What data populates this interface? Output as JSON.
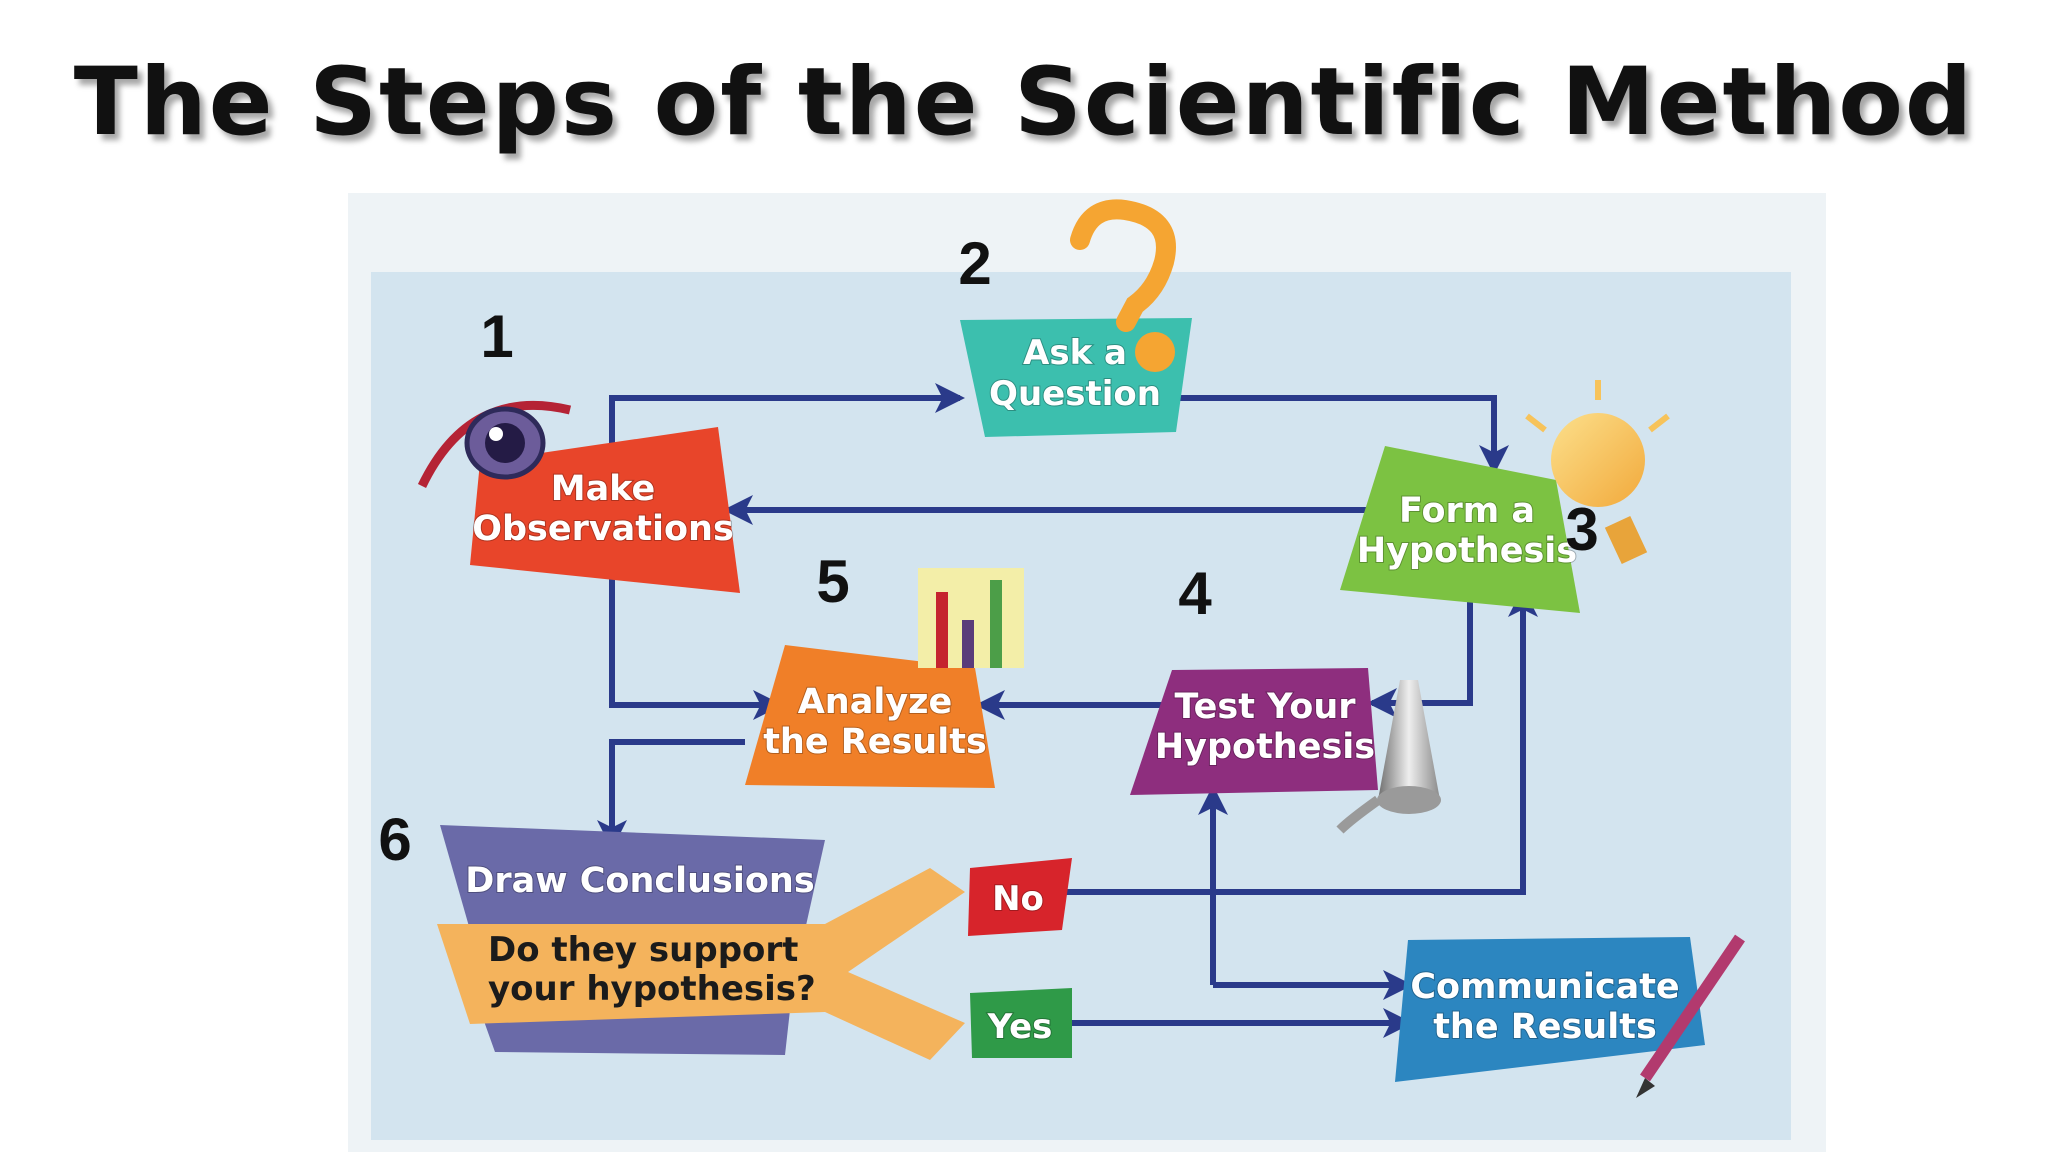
{
  "title": "The Steps of the Scientific Method",
  "colors": {
    "panel": "#d3e4ef",
    "observe": "#e8452a",
    "question": "#3cbfae",
    "hypothesis": "#7cc242",
    "test": "#8e2e7e",
    "analyze": "#f07f28",
    "conclusions": "#6a6aa8",
    "support": "#f4b35c",
    "no": "#d7242b",
    "yes": "#2f9a48",
    "communicate": "#2c86c0",
    "arrow": "#2a3a8a"
  },
  "steps": {
    "observe": {
      "number": "1",
      "label_line1": "Make",
      "label_line2": "Observations"
    },
    "question": {
      "number": "2",
      "label_line1": "Ask a",
      "label_line2": "Question"
    },
    "hypothesis": {
      "number": "3",
      "label_line1": "Form a",
      "label_line2": "Hypothesis"
    },
    "test": {
      "number": "4",
      "label_line1": "Test Your",
      "label_line2": "Hypothesis"
    },
    "analyze": {
      "number": "5",
      "label_line1": "Analyze",
      "label_line2": "the Results"
    },
    "conclusions": {
      "number": "6",
      "label": "Draw Conclusions"
    }
  },
  "support": {
    "line1": "Do they support",
    "line2": "your hypothesis?"
  },
  "answers": {
    "no": "No",
    "yes": "Yes"
  },
  "communicate": {
    "line1": "Communicate",
    "line2": "the Results"
  },
  "icons": [
    "eye-icon",
    "question-mark-icon",
    "lightbulb-icon",
    "bar-chart-icon",
    "flask-icon",
    "pencil-icon"
  ]
}
